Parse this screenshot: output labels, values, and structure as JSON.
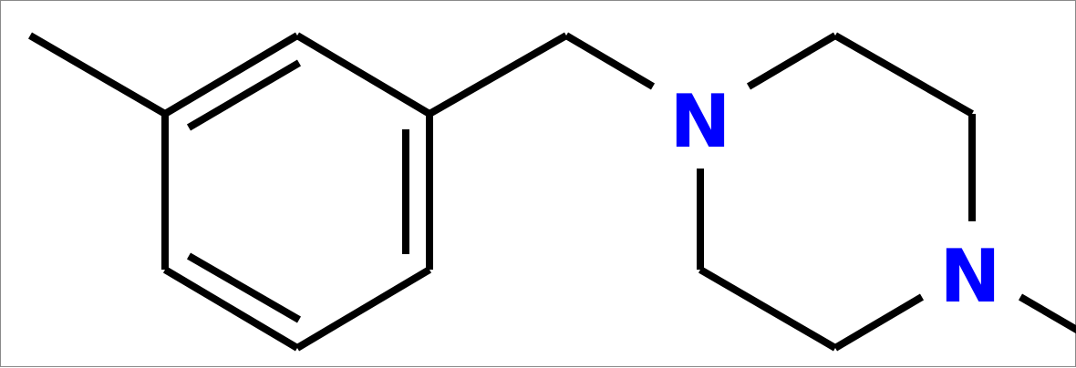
{
  "diagram": {
    "atoms": [
      {
        "id": "n1",
        "label": "N",
        "color": "#0000ff"
      },
      {
        "id": "n2",
        "label": "N",
        "color": "#0000ff"
      }
    ],
    "bond_color": "#000000",
    "border_color": "#8a8a8a"
  }
}
